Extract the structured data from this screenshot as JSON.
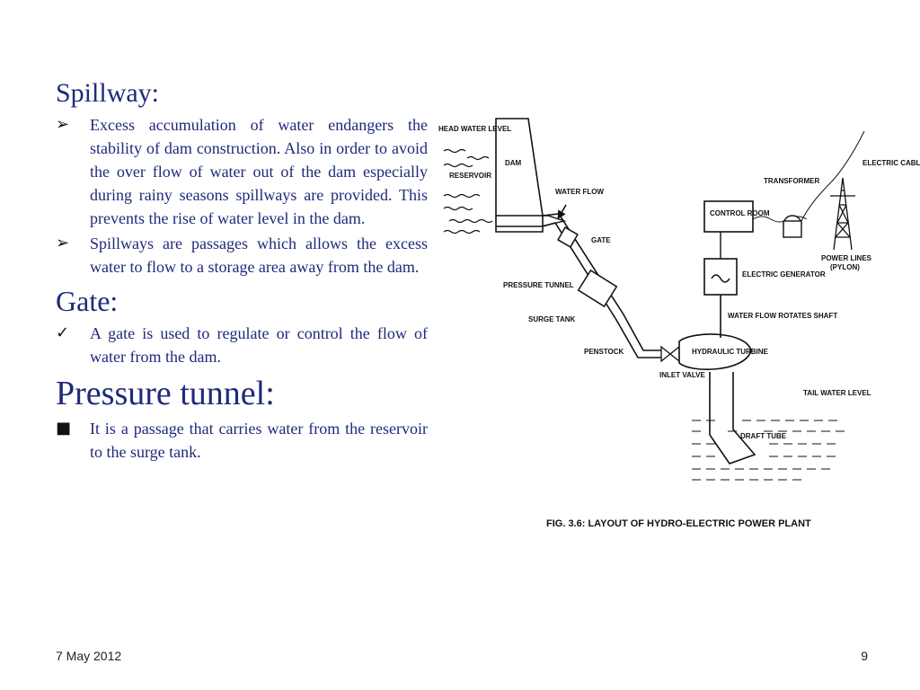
{
  "sections": {
    "spillway": {
      "heading": "Spillway:",
      "items": [
        "Excess accumulation of water endangers the stability of dam construction. Also in order to avoid the over flow of water out of the dam especially during rainy seasons spillways are provided. This prevents the rise of water level in the dam.",
        "Spillways are passages which allows the excess water to flow to a storage area away from the dam."
      ],
      "bullet_icon": "arrow-bullet-icon"
    },
    "gate": {
      "heading": "Gate:",
      "items": [
        "A gate is used to regulate or control the flow of water from the dam."
      ],
      "bullet_icon": "checkmark-bullet-icon"
    },
    "pressure_tunnel": {
      "heading": "Pressure tunnel:",
      "items": [
        "It is a passage that carries water from the reservoir to the surge tank."
      ],
      "bullet_icon": "square-bullet-icon"
    }
  },
  "diagram": {
    "labels": {
      "head_water_level": "HEAD WATER LEVEL",
      "reservoir": "RESERVOIR",
      "dam": "DAM",
      "water_flow": "WATER FLOW",
      "gate": "GATE",
      "pressure_tunnel": "PRESSURE TUNNEL",
      "surge_tank": "SURGE TANK",
      "penstock": "PENSTOCK",
      "inlet_valve": "INLET VALVE",
      "hydraulic_turbine": "HYDRAULIC TURBINE",
      "control_room": "CONTROL ROOM",
      "transformer": "TRANSFORMER",
      "electric_cable": "ELECTRIC CABLE",
      "power_lines": "POWER LINES",
      "pylon": "(PYLON)",
      "electric_generator": "ELECTRIC GENERATOR",
      "water_flow_rotates_shaft": "WATER FLOW ROTATES SHAFT",
      "tail_water_level": "TAIL WATER LEVEL",
      "draft_tube": "DRAFT TUBE"
    },
    "caption": "FIG. 3.6: LAYOUT OF HYDRO-ELECTRIC POWER PLANT"
  },
  "footer": {
    "date": "7 May 2012",
    "page": "9"
  },
  "colors": {
    "heading": "#1f2a7a",
    "body": "#1f2a7a",
    "footer": "#222222"
  }
}
